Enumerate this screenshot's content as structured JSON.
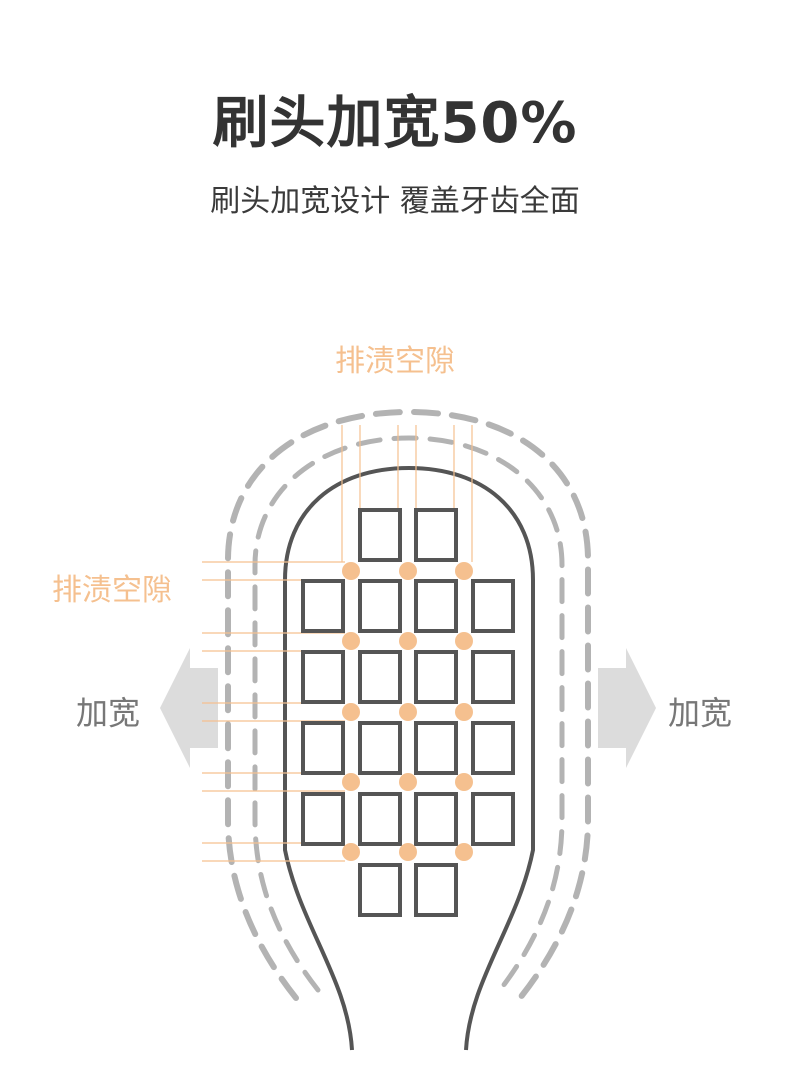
{
  "header": {
    "title": "刷头加宽50%",
    "subtitle": "刷头加宽设计 覆盖牙齿全面"
  },
  "diagram": {
    "label_top": "排渍空隙",
    "label_left": "排渍空隙",
    "widen_left": "加宽",
    "widen_right": "加宽",
    "colors": {
      "accent": "#f5c08f",
      "outline": "#555555",
      "dashed": "#b3b3b3",
      "arrow": "#dcdcdc",
      "text_dark": "#333333",
      "text_gray": "#777777"
    }
  }
}
